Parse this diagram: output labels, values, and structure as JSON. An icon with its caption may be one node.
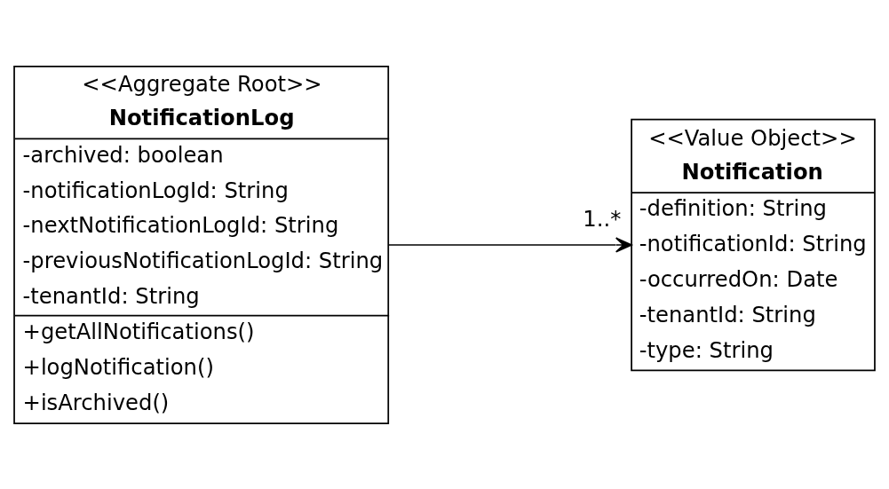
{
  "diagram": {
    "nodes": [
      {
        "text": [
          "<<Aggregate Root>>",
          "NotificationLog",
          "-archived: boolean",
          "-notificationLogId: String",
          "-nextNotificationLogId: String",
          "-previousNotificationLogId: String",
          "-tenantId: String",
          "+getAllNotifications()",
          "+logNotification()",
          "+isArchived()"
        ]
      },
      {
        "text": [
          "<<Value Object>>",
          "Notification",
          "-definition: String",
          "-notificationId: String",
          "-occurredOn: Date",
          "-tenantId: String",
          "-type: String"
        ]
      }
    ],
    "edges": [
      {
        "from": 0,
        "to": 1,
        "arrow": "to",
        "label": "1..*"
      }
    ]
  }
}
